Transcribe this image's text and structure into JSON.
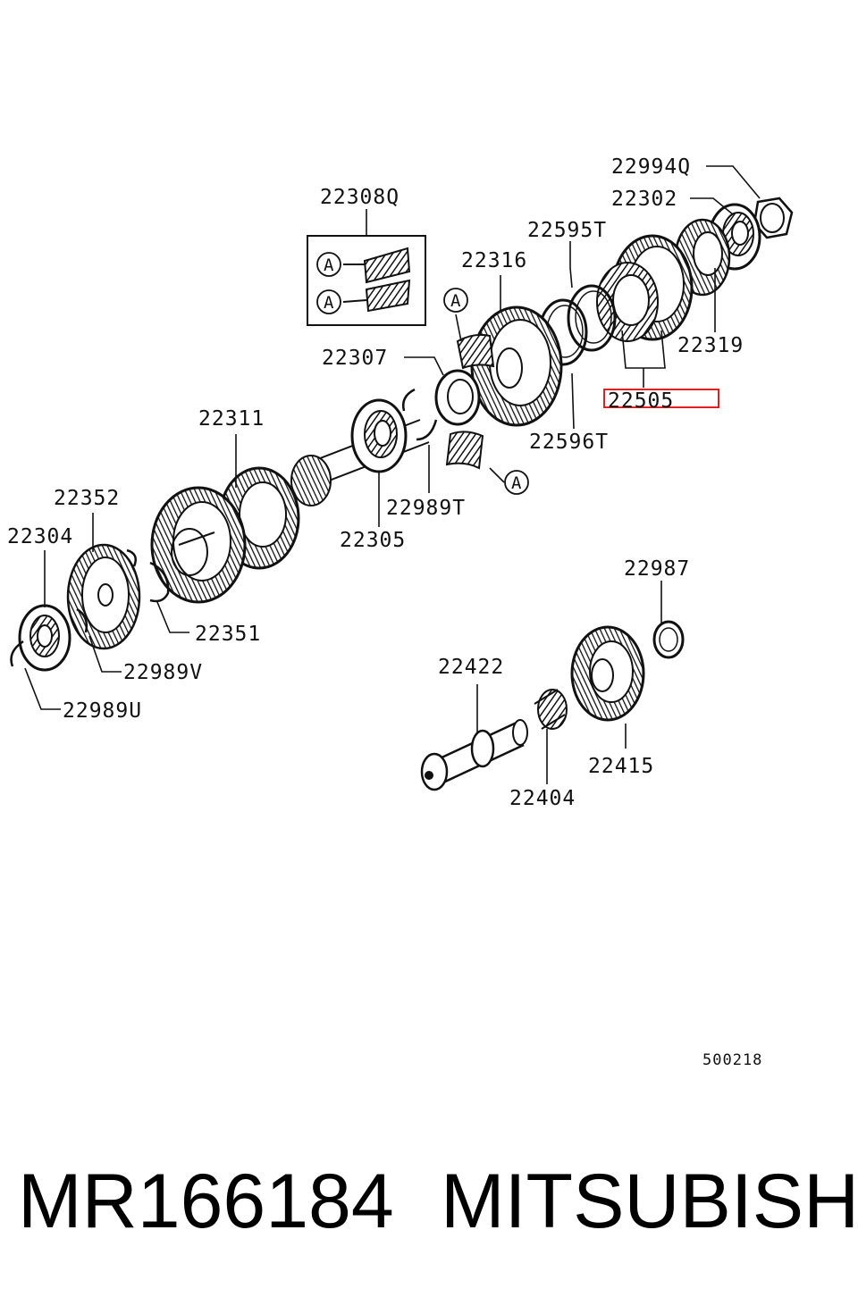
{
  "diagram": {
    "labels": {
      "l22994Q": "22994Q",
      "l22302": "22302",
      "l22595T": "22595T",
      "l22308Q": "22308Q",
      "l22316": "22316",
      "l22319": "22319",
      "l22307": "22307",
      "l22505": "22505",
      "l22311": "22311",
      "l22596T": "22596T",
      "l22352": "22352",
      "l22989T": "22989T",
      "l22304": "22304",
      "l22305": "22305",
      "l22987": "22987",
      "l22351": "22351",
      "l22989V": "22989V",
      "l22422": "22422",
      "l22989U": "22989U",
      "l22415": "22415",
      "l22404": "22404"
    },
    "callout_marker": "A",
    "highlighted_part": "22505",
    "highlight_color": "#e02020",
    "figure_code": "500218"
  },
  "caption": {
    "part_number": "MR166184",
    "brand": "MITSUBISHI"
  }
}
